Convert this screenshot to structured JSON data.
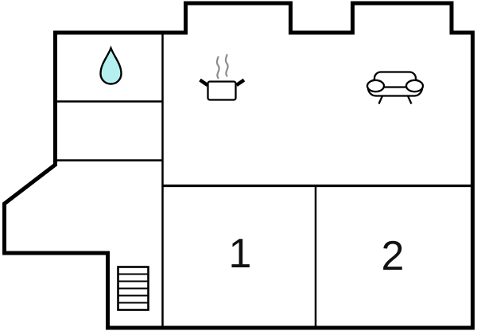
{
  "plan": {
    "type": "apartment-floor-plan",
    "rooms": {
      "room1": {
        "label": "1"
      },
      "room2": {
        "label": "2"
      }
    },
    "icons": {
      "bathroom": "water-drop-icon",
      "kitchen": "cooking-pot-icon",
      "living_room": "sofa-icon",
      "stairs": "stairs-icon"
    },
    "colors": {
      "wall": "#000000",
      "background": "#ffffff",
      "water_drop_fill": "#b4f0f0",
      "steam": "#8c8c8c",
      "label": "#111111"
    }
  }
}
